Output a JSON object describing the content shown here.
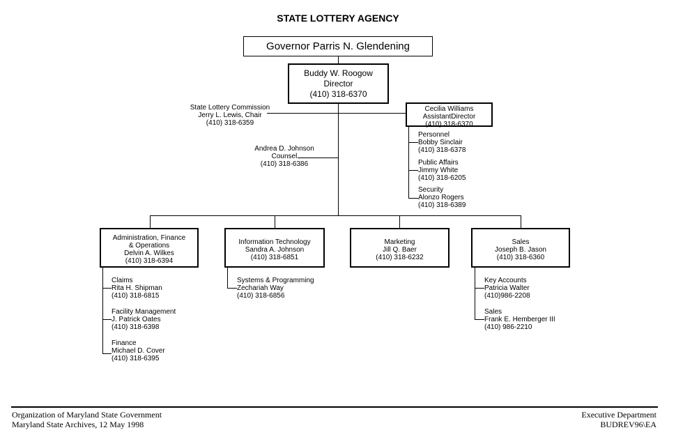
{
  "title": "STATE LOTTERY AGENCY",
  "governor": "Governor Parris N. Glendening",
  "director": {
    "name": "Buddy W. Roogow",
    "title": "Director",
    "phone": "(410) 318-6370"
  },
  "commission": {
    "name": "State Lottery Commission",
    "chair": "Jerry L. Lewis, Chair",
    "phone": "(410) 318-6359"
  },
  "assistant": {
    "name": "Cecilia Williams",
    "title": "AssistantDirector",
    "phone": "(410) 318-6370"
  },
  "counsel": {
    "name": "Andrea D. Johnson",
    "title": "Counsel",
    "phone": "(410) 318-6386"
  },
  "assistant_units": [
    {
      "unit": "Personnel",
      "person": "Bobby Sinclair",
      "phone": "(410) 318-6378"
    },
    {
      "unit": "Public Affairs",
      "person": "Jimmy White",
      "phone": "(410) 318-6205"
    },
    {
      "unit": "Security",
      "person": "Alonzo Rogers",
      "phone": "(410) 318-6389"
    }
  ],
  "divisions": [
    {
      "line1": "Administration, Finance",
      "line2": "& Operations",
      "person": "Delvin A. Wilkes",
      "phone": "(410) 318-6394"
    },
    {
      "line1": "Information Technology",
      "person": "Sandra A. Johnson",
      "phone": "(410) 318-6851"
    },
    {
      "line1": "Marketing",
      "person": "Jill Q. Baer",
      "phone": "(410) 318-6232"
    },
    {
      "line1": "Sales",
      "person": "Joseph B. Jason",
      "phone": "(410) 318-6360"
    }
  ],
  "admin_units": [
    {
      "unit": "Claims",
      "person": "Rita H. Shipman",
      "phone": "(410) 318-6815"
    },
    {
      "unit": "Facility Management",
      "person": "J. Patrick Oates",
      "phone": "(410) 318-6398"
    },
    {
      "unit": "Finance",
      "person": "Michael D. Cover",
      "phone": "(410) 318-6395"
    }
  ],
  "it_units": [
    {
      "unit": "Systems & Programming",
      "person": "Zechariah Way",
      "phone": "(410) 318-6856"
    }
  ],
  "sales_units": [
    {
      "unit": "Key Accounts",
      "person": "Patricia Walter",
      "phone": "(410)986-2208"
    },
    {
      "unit": "Sales",
      "person": "Frank E. Hemberger III",
      "phone": "(410) 986-2210"
    }
  ],
  "footer": {
    "left1": "Organization of Maryland State Government",
    "left2": "Maryland State Archives, 12 May 1998",
    "right1": "Executive Department",
    "right2": "BUDREV96\\EA"
  }
}
